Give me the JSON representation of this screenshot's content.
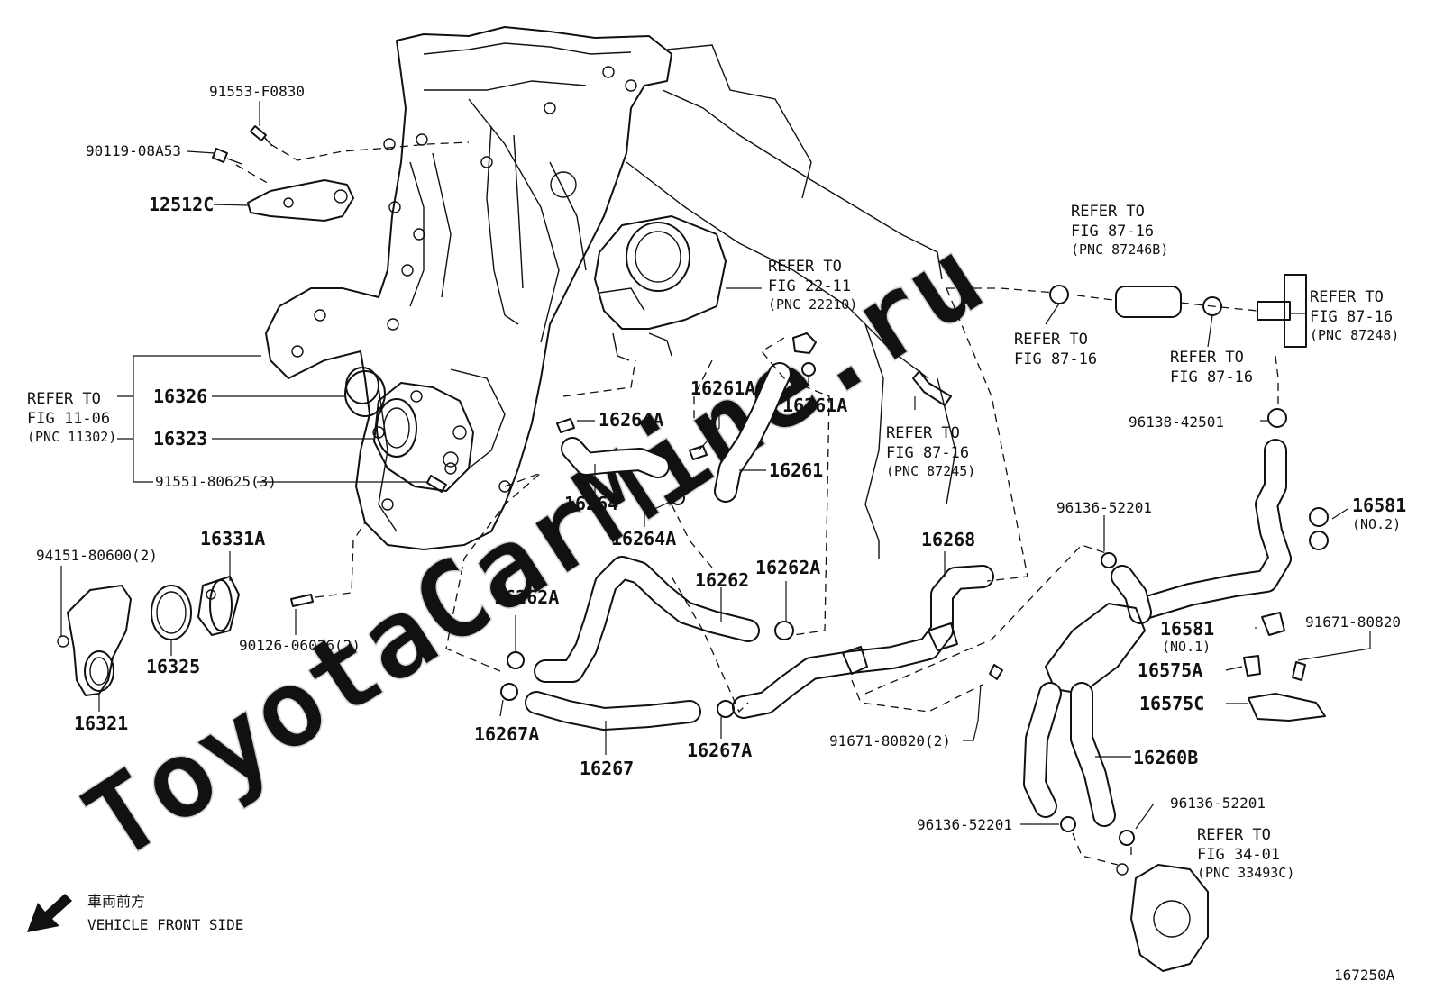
{
  "watermark": "ToyotaCarMine.ru",
  "diagram_code": "167250A",
  "vehicle_front": {
    "jp": "車両前方",
    "en": "VEHICLE FRONT SIDE"
  },
  "parts": {
    "p91553": "91553-F0830",
    "p90119": "90119-08A53",
    "p12512C": "12512C",
    "p16326": "16326",
    "p16323": "16323",
    "p91551": "91551-80625(3)",
    "p94151": "94151-80600(2)",
    "p16331A": "16331A",
    "p16321": "16321",
    "p16325": "16325",
    "p90126": "90126-06026(2)",
    "p16264A_1": "16264A",
    "p16264": "16264",
    "p16264A_2": "16264A",
    "p16261A_1": "16261A",
    "p16261A_2": "16261A",
    "p16261": "16261",
    "p16262": "16262",
    "p16262A_1": "16262A",
    "p16262A_2": "16262A",
    "p16267A_1": "16267A",
    "p16267": "16267",
    "p16267A_2": "16267A",
    "p16268": "16268",
    "p91671_2": "91671-80820(2)",
    "p96136_1": "96136-52201",
    "p96136_2": "96136-52201",
    "p96136_3": "96136-52201",
    "p96138": "96138-42501",
    "p16581_1": "16581",
    "p16581_1_note": "(NO.2)",
    "p16581_2": "16581",
    "p16581_2_note": "(NO.1)",
    "p16575A": "16575A",
    "p91671": "91671-80820",
    "p16575C": "16575C",
    "p16260B": "16260B"
  },
  "refs": {
    "r1": {
      "l1": "REFER TO",
      "l2": "FIG 11-06",
      "l3": "(PNC 11302)"
    },
    "r2": {
      "l1": "REFER TO",
      "l2": "FIG 22-11",
      "l3": "(PNC 22210)"
    },
    "r3": {
      "l1": "REFER TO",
      "l2": "FIG 87-16",
      "l3": "(PNC 87246B)"
    },
    "r4": {
      "l1": "REFER TO",
      "l2": "FIG 87-16"
    },
    "r5": {
      "l1": "REFER TO",
      "l2": "FIG 87-16"
    },
    "r6": {
      "l1": "REFER TO",
      "l2": "FIG 87-16",
      "l3": "(PNC 87248)"
    },
    "r7": {
      "l1": "REFER TO",
      "l2": "FIG 87-16",
      "l3": "(PNC 87245)"
    },
    "r8": {
      "l1": "REFER TO",
      "l2": "FIG 34-01",
      "l3": "(PNC 33493C)"
    }
  }
}
